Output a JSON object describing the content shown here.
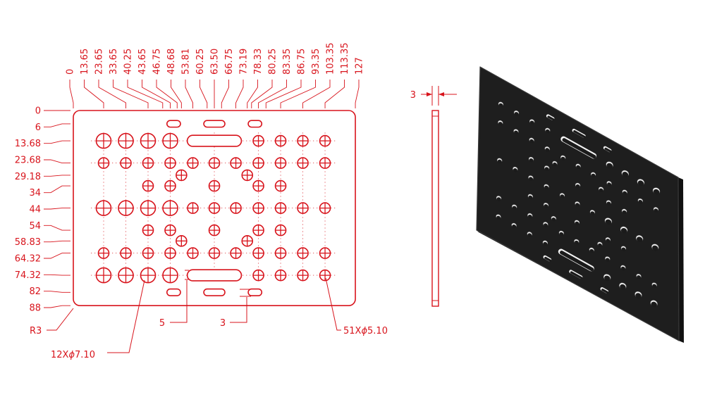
{
  "colors": {
    "ink": "#d8141c",
    "plate": "#1e1e1e",
    "plate_edge": "#3a3a3a",
    "plate_hole": "#f4f4f4"
  },
  "plate": {
    "width": 127,
    "height": 88,
    "thickness": 3,
    "corner_radius": 3
  },
  "x_positions": [
    {
      "value": 0,
      "label": "0"
    },
    {
      "value": 13.65,
      "label": "13.65"
    },
    {
      "value": 23.65,
      "label": "23.65"
    },
    {
      "value": 33.65,
      "label": "33.65"
    },
    {
      "value": 40.25,
      "label": "40.25"
    },
    {
      "value": 43.65,
      "label": "43.65"
    },
    {
      "value": 46.75,
      "label": "46.75"
    },
    {
      "value": 48.68,
      "label": "48.68"
    },
    {
      "value": 53.81,
      "label": "53.81"
    },
    {
      "value": 60.25,
      "label": "60.25"
    },
    {
      "value": 63.5,
      "label": "63.50"
    },
    {
      "value": 66.75,
      "label": "66.75"
    },
    {
      "value": 73.19,
      "label": "73.19"
    },
    {
      "value": 78.33,
      "label": "78.33"
    },
    {
      "value": 80.25,
      "label": "80.25"
    },
    {
      "value": 83.35,
      "label": "83.35"
    },
    {
      "value": 86.75,
      "label": "86.75"
    },
    {
      "value": 93.35,
      "label": "93.35"
    },
    {
      "value": 103.35,
      "label": "103.35"
    },
    {
      "value": 113.35,
      "label": "113.35"
    },
    {
      "value": 127,
      "label": "127"
    }
  ],
  "y_positions": [
    {
      "value": 0,
      "label": "0"
    },
    {
      "value": 6,
      "label": "6"
    },
    {
      "value": 13.68,
      "label": "13.68"
    },
    {
      "value": 23.68,
      "label": "23.68"
    },
    {
      "value": 29.18,
      "label": "29.18"
    },
    {
      "value": 34,
      "label": "34"
    },
    {
      "value": 44,
      "label": "44"
    },
    {
      "value": 54,
      "label": "54"
    },
    {
      "value": 58.83,
      "label": "58.83"
    },
    {
      "value": 64.32,
      "label": "64.32"
    },
    {
      "value": 74.32,
      "label": "74.32"
    },
    {
      "value": 82,
      "label": "82"
    },
    {
      "value": 88,
      "label": "88"
    }
  ],
  "large_holes": [
    [
      13.65,
      13.68
    ],
    [
      23.65,
      13.68
    ],
    [
      33.65,
      13.68
    ],
    [
      43.65,
      13.68
    ],
    [
      13.65,
      44
    ],
    [
      23.65,
      44
    ],
    [
      33.65,
      44
    ],
    [
      43.65,
      44
    ],
    [
      13.65,
      74.32
    ],
    [
      23.65,
      74.32
    ],
    [
      33.65,
      74.32
    ],
    [
      43.65,
      74.32
    ]
  ],
  "small_holes": [
    [
      83.35,
      13.68
    ],
    [
      93.35,
      13.68
    ],
    [
      103.35,
      13.68
    ],
    [
      113.35,
      13.68
    ],
    [
      13.65,
      23.68
    ],
    [
      23.65,
      23.68
    ],
    [
      33.65,
      23.68
    ],
    [
      43.65,
      23.68
    ],
    [
      53.81,
      23.68
    ],
    [
      63.5,
      23.68
    ],
    [
      73.19,
      23.68
    ],
    [
      83.35,
      23.68
    ],
    [
      93.35,
      23.68
    ],
    [
      103.35,
      23.68
    ],
    [
      113.35,
      23.68
    ],
    [
      48.68,
      29.18
    ],
    [
      78.33,
      29.18
    ],
    [
      33.65,
      34
    ],
    [
      43.65,
      34
    ],
    [
      63.5,
      34
    ],
    [
      83.35,
      34
    ],
    [
      93.35,
      34
    ],
    [
      53.81,
      44
    ],
    [
      63.5,
      44
    ],
    [
      73.19,
      44
    ],
    [
      83.35,
      44
    ],
    [
      93.35,
      44
    ],
    [
      103.35,
      44
    ],
    [
      113.35,
      44
    ],
    [
      33.65,
      54
    ],
    [
      43.65,
      54
    ],
    [
      63.5,
      54
    ],
    [
      83.35,
      54
    ],
    [
      93.35,
      54
    ],
    [
      48.68,
      58.83
    ],
    [
      78.33,
      58.83
    ],
    [
      13.65,
      64.32
    ],
    [
      23.65,
      64.32
    ],
    [
      33.65,
      64.32
    ],
    [
      43.65,
      64.32
    ],
    [
      53.81,
      64.32
    ],
    [
      63.5,
      64.32
    ],
    [
      73.19,
      64.32
    ],
    [
      83.35,
      64.32
    ],
    [
      93.35,
      64.32
    ],
    [
      103.35,
      64.32
    ],
    [
      113.35,
      64.32
    ],
    [
      83.35,
      74.32
    ],
    [
      93.35,
      74.32
    ],
    [
      103.35,
      74.32
    ],
    [
      113.35,
      74.32
    ]
  ],
  "slots": [
    {
      "x1": 43.65,
      "x2": 46.75,
      "y": 6,
      "width": 3
    },
    {
      "x1": 60.25,
      "x2": 66.75,
      "y": 6,
      "width": 3
    },
    {
      "x1": 80.25,
      "x2": 83.35,
      "y": 6,
      "width": 3
    },
    {
      "x1": 53.81,
      "x2": 73.19,
      "y": 13.68,
      "width": 5
    },
    {
      "x1": 53.81,
      "x2": 73.19,
      "y": 74.32,
      "width": 5
    },
    {
      "x1": 43.65,
      "x2": 46.75,
      "y": 82,
      "width": 3
    },
    {
      "x1": 60.25,
      "x2": 66.75,
      "y": 82,
      "width": 3
    },
    {
      "x1": 80.25,
      "x2": 83.35,
      "y": 82,
      "width": 3
    }
  ],
  "callouts": {
    "corner_radius": "R3",
    "large_hole_note": "12X",
    "large_hole_dia": "7.10",
    "small_hole_note": "51X",
    "small_hole_dia": "5.10",
    "slot_width_5": "5",
    "slot_width_3": "3",
    "diameter_symbol": "ϕ"
  },
  "side_view": {
    "thickness_label": "3"
  },
  "iso_view": {
    "label": ""
  }
}
